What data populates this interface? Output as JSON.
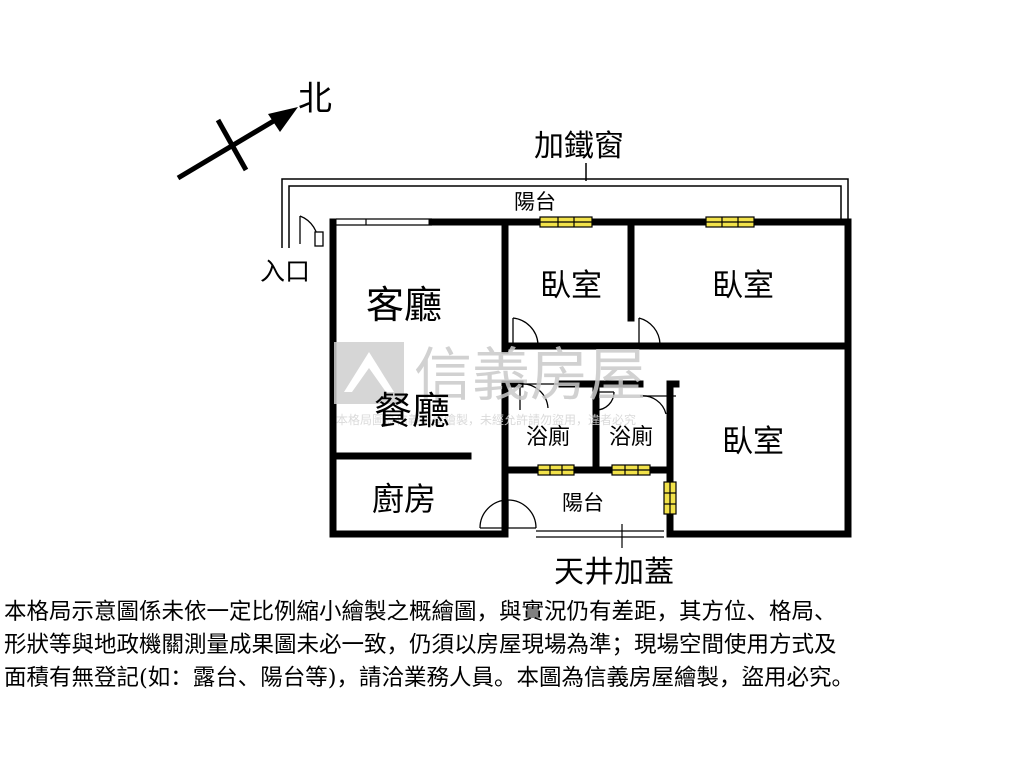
{
  "compass": {
    "label": "北"
  },
  "watermark": {
    "brand": "信義房屋",
    "notice": "本格局圖為信義房屋繪製，未經允許請勿盜用，違者必究"
  },
  "labels": {
    "iron_window": "加鐵窗",
    "balcony_top": "陽台",
    "entrance": "入口",
    "living_room": "客廳",
    "dining_room": "餐廳",
    "kitchen": "廚房",
    "bedroom_1": "臥室",
    "bedroom_2": "臥室",
    "bedroom_3": "臥室",
    "bathroom_1": "浴廁",
    "bathroom_2": "浴廁",
    "balcony_bottom": "陽台",
    "skylight_cover": "天井加蓋"
  },
  "disclaimer": {
    "line1": "本格局示意圖係未依一定比例縮小繪製之概繪圖，與實況仍有差距，其方位、格局、",
    "line2": "形狀等與地政機關測量成果圖未必一致，仍須以房屋現場為準；現場空間使用方式及",
    "line3": "面積有無登記(如：露台、陽台等)，請洽業務人員。本圖為信義房屋繪製，盜用必究。"
  },
  "colors": {
    "wall": "#000000",
    "window_fill": "#f2e24a",
    "watermark": "#c9c9c9",
    "background": "#ffffff"
  }
}
